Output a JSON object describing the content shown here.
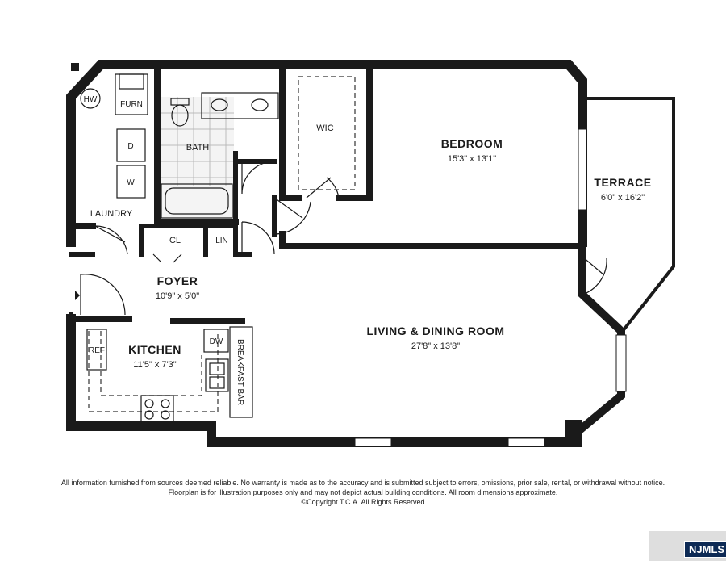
{
  "rooms": {
    "bedroom": {
      "name": "BEDROOM",
      "dims": "15'3\" x 13'1\""
    },
    "terrace": {
      "name": "TERRACE",
      "dims": "6'0\" x 16'2\""
    },
    "living": {
      "name": "LIVING & DINING ROOM",
      "dims": "27'8\"  x 13'8\""
    },
    "foyer": {
      "name": "FOYER",
      "dims": "10'9\" x 5'0\""
    },
    "kitchen": {
      "name": "KITCHEN",
      "dims": "11'5\" x 7'3\""
    },
    "laundry": {
      "name": "LAUNDRY"
    },
    "bath": {
      "name": "BATH"
    },
    "wic": {
      "name": "WIC"
    },
    "closet": {
      "name": "CL"
    },
    "linen": {
      "name": "LIN"
    },
    "breakfast_bar": {
      "name": "BREAKFAST BAR"
    }
  },
  "fixtures": {
    "hw": "HW",
    "furn": "FURN",
    "dryer": "D",
    "washer": "W",
    "ref": "REF",
    "dw": "DW"
  },
  "disclaimer": {
    "line1": "All information furnished from sources deemed reliable. No warranty is made as to the accuracy and is submitted subject to errors, omissions, prior sale, rental, or withdrawal without notice. Floorplan is for illustration purposes only and may not depict actual building conditions. All room dimensions approximate.",
    "copyright": "©Copyright T.C.A. All Rights Reserved"
  },
  "watermark": {
    "label": "NJMLS",
    "color": "#0d2a55"
  }
}
